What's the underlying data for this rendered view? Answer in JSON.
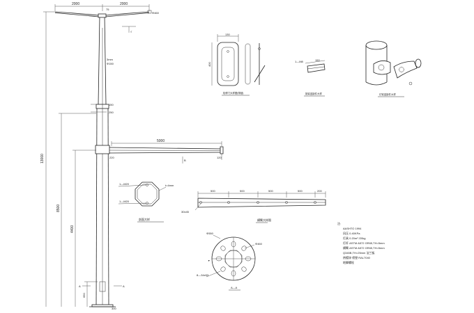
{
  "dims": {
    "arm_left": "2000",
    "arm_right": "2000",
    "top_offset": "75",
    "phi460": "Φ460",
    "r3": "3mm",
    "phi150": "Φ150",
    "d150": "150",
    "d250": "250",
    "d5000": "5000",
    "d220": "220",
    "d120": "120",
    "total_height": "13000",
    "h8500": "8500",
    "h4400": "4400",
    "h650": "650",
    "base300": "300",
    "hole130": "130",
    "hole400": "400",
    "bolt_m8": "1—M8",
    "d150b": "150",
    "m20a": "1—M20",
    "m20b": "1—M20",
    "t4mm": "t=4mm",
    "seg1": "500",
    "seg2": "500",
    "seg3": "500",
    "seg4": "500",
    "seg5": "200",
    "slot": "30x45",
    "phi550": "Φ550",
    "phi460b": "Φ460",
    "bolt_holes": "8—34x53",
    "section": "A—A",
    "mark_a_left": "A",
    "mark_a_right": "A",
    "mark_b": "B"
  },
  "captions": {
    "door": "检修门大样图(带锁)",
    "bracket": "挑臂连接件大样",
    "lamp_arm": "灯臂连接件大样",
    "cross_section": "剖面大样",
    "arm_detail": "横臂大样图"
  },
  "notes": {
    "head": "注:",
    "l1": "AASHTO 1994",
    "l2": "风压 0.40KPa",
    "l3": "灯具 0.20m² /20kg",
    "l4": "灯杆 ASTM  A572  GR65,TH=5mm",
    "l5": "横臂 ASTM  A572  GR65,TH=5mm",
    "l6": "Q345B,TH=25mm 法兰板",
    "l7": "热镀锌        喷塑 RAL7040",
    "l8": "地脚螺栓"
  }
}
